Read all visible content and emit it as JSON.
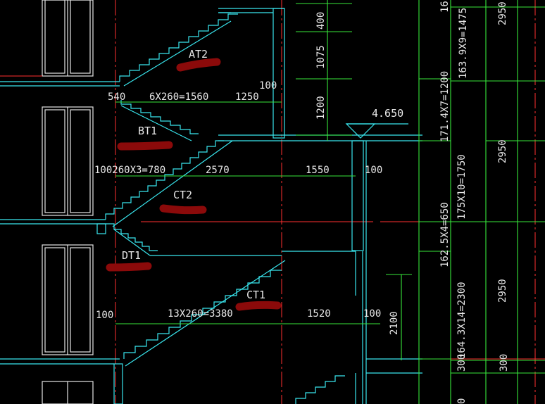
{
  "stair_labels": [
    "AT2",
    "BT1",
    "CT2",
    "DT1",
    "CT1"
  ],
  "level_mark": "4.650",
  "dims": {
    "d540": "540",
    "d6x260": "6X260=1560",
    "d1250": "1250",
    "d100_top": "100",
    "d100_260x3": "100260X3=780",
    "d2570": "2570",
    "d1550": "1550",
    "d100_mid": "100",
    "d100_low": "100",
    "d13x260": "13X260=3380",
    "d1520": "1520",
    "d100_right": "100",
    "d2100": "2100",
    "d400": "400",
    "d1075": "1075",
    "d1200": "1200",
    "d300a": "300",
    "d300b": "300",
    "d0": "0"
  },
  "vertical_dims": {
    "v16": "16",
    "v163": "163.9X9=1475",
    "v171": "171.4X7=1200",
    "v175": "175X10=1750",
    "v1625": "162.5X4=650",
    "v164": "164.3X14=2300",
    "v2950a": "2950",
    "v2950b": "2950",
    "v2950c": "2950"
  },
  "colors": {
    "structure": "#39e6ee",
    "dimension": "#37e63a",
    "axis": "#ff3030",
    "annotation": "#8b0a0a"
  }
}
